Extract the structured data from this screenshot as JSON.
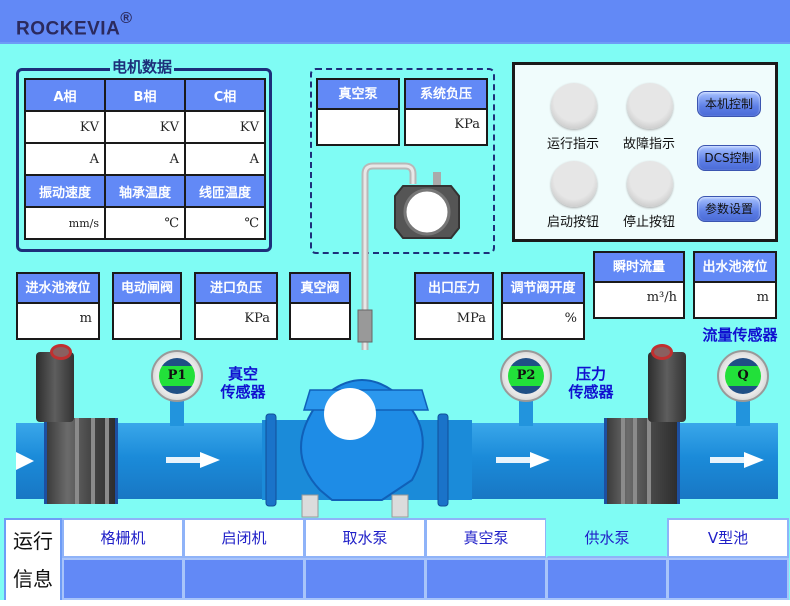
{
  "brand": {
    "name": "ROCKEVIA",
    "mark": "®"
  },
  "motor_data": {
    "title": "电机数据",
    "phase_headers": [
      "A相",
      "B相",
      "C相"
    ],
    "voltage_units": [
      "KV",
      "KV",
      "KV"
    ],
    "current_units": [
      "A",
      "A",
      "A"
    ],
    "sensor_headers": [
      "振动速度",
      "轴承温度",
      "线匝温度"
    ],
    "sensor_units": [
      "mm/s",
      "℃",
      "℃"
    ]
  },
  "vacuum_group": {
    "vacuum_pump": {
      "label": "真空泵",
      "value": ""
    },
    "system_pressure": {
      "label": "系统负压",
      "unit": "KPa"
    }
  },
  "control_panel": {
    "indicators": [
      {
        "label": "运行指示"
      },
      {
        "label": "故障指示"
      },
      {
        "label": "启动按钮"
      },
      {
        "label": "停止按钮"
      }
    ],
    "buttons": [
      {
        "label": "本机控制"
      },
      {
        "label": "DCS控制"
      },
      {
        "label": "参数设置"
      }
    ]
  },
  "readouts": {
    "inlet_level": {
      "label": "进水池液位",
      "unit": "m"
    },
    "electric_gate": {
      "label": "电动闸阀",
      "unit": ""
    },
    "inlet_pressure": {
      "label": "进口负压",
      "unit": "KPa"
    },
    "vacuum_valve": {
      "label": "真空阀",
      "unit": ""
    },
    "outlet_pressure": {
      "label": "出口压力",
      "unit": "MPa"
    },
    "valve_opening": {
      "label": "调节阀开度",
      "unit": "%"
    },
    "instant_flow": {
      "label": "瞬时流量",
      "unit": "m³/h"
    },
    "outlet_level": {
      "label": "出水池液位",
      "unit": "m"
    }
  },
  "sensors": {
    "p1": {
      "tag": "P1",
      "label_line1": "真空",
      "label_line2": "传感器"
    },
    "p2": {
      "tag": "P2",
      "label_line1": "压力",
      "label_line2": "传感器"
    },
    "q": {
      "tag": "Q",
      "label": "流量传感器"
    }
  },
  "run_info": {
    "label_line1": "运行",
    "label_line2": "信息",
    "tabs": [
      {
        "label": "格栅机",
        "active": false
      },
      {
        "label": "启闭机",
        "active": false
      },
      {
        "label": "取水泵",
        "active": false
      },
      {
        "label": "真空泵",
        "active": false
      },
      {
        "label": "供水泵",
        "active": true
      },
      {
        "label": "V型池",
        "active": false
      }
    ]
  },
  "colors": {
    "background": "#7ffcf4",
    "header_blue": "#6289f6",
    "pipe_blue": "#1b8bd9",
    "sensor_green": "#22e03a",
    "label_blue": "#1010d0"
  }
}
